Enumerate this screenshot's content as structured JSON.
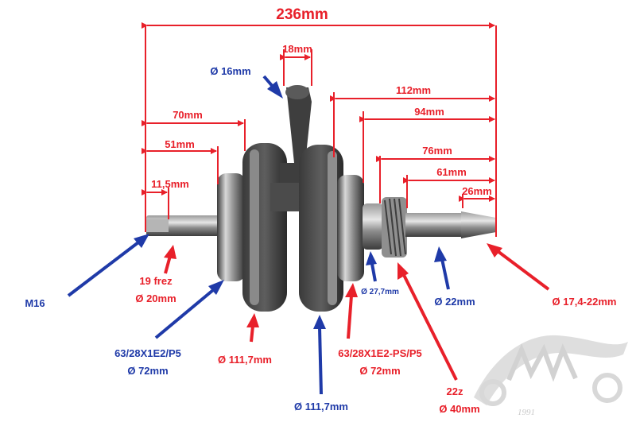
{
  "colors": {
    "red": "#e8202a",
    "blue": "#1f3aa8",
    "steel": "#6b6b6b",
    "dark": "#2a2a2a"
  },
  "dimensions": {
    "overall": "236mm",
    "width_rod": "18mm",
    "d112": "112mm",
    "d94": "94mm",
    "d76": "76mm",
    "d61": "61mm",
    "d26": "26mm",
    "d70": "70mm",
    "d51": "51mm",
    "d11": "11,5mm"
  },
  "callouts": {
    "rod_pin": "Ø 16mm",
    "thread": "M16",
    "spline_l1": "19 frez",
    "spline_l2": "Ø 20mm",
    "bearing_left_l1": "63/28X1E2/P5",
    "bearing_left_l2": "Ø 72mm",
    "web_left": "Ø 111,7mm",
    "web_right": "Ø 111,7mm",
    "bearing_right_l1": "63/28X1E2-PS/P5",
    "bearing_right_l2": "Ø 72mm",
    "seal_shaft": "Ø 27,7mm",
    "shaft": "Ø 22mm",
    "gear_l1": "22z",
    "gear_l2": "Ø 40mm",
    "taper": "Ø 17,4-22mm"
  },
  "watermark": {
    "year": "1991"
  }
}
